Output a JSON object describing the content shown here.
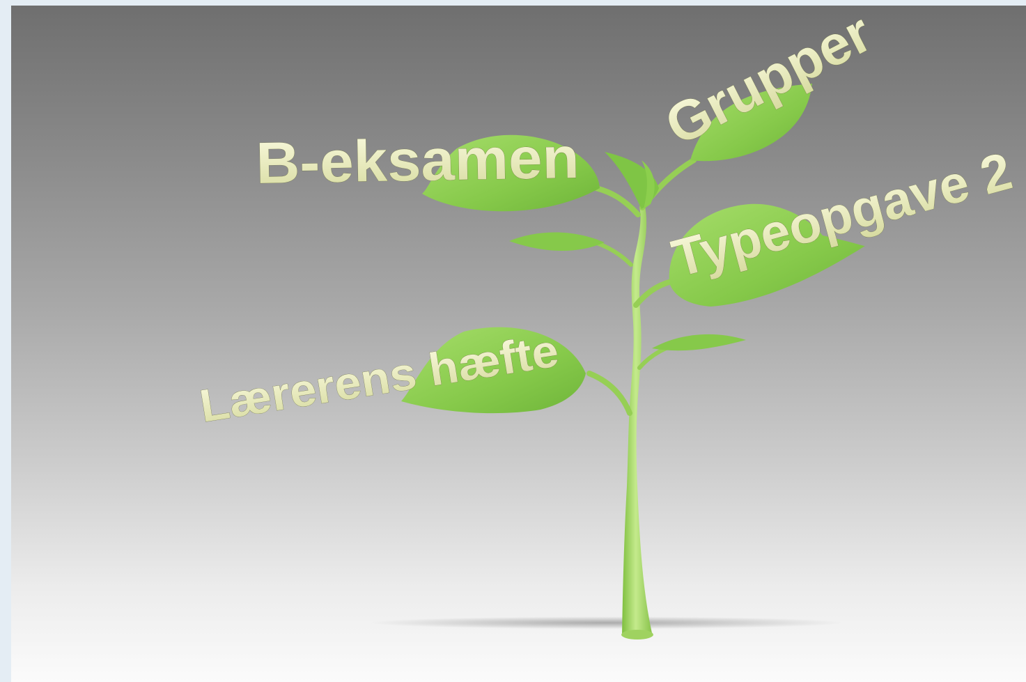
{
  "slide": {
    "branches": [
      {
        "id": "b-eksamen",
        "label": "B-eksamen"
      },
      {
        "id": "grupper",
        "label": "Grupper"
      },
      {
        "id": "typeopgave",
        "label": "Typeopgave 2"
      },
      {
        "id": "laererens-haefte",
        "label": "Lærerens hæfte"
      }
    ]
  },
  "colors": {
    "leaf": "#8ccf4d",
    "stem": "#a8d86a",
    "text": "#efefc0"
  }
}
